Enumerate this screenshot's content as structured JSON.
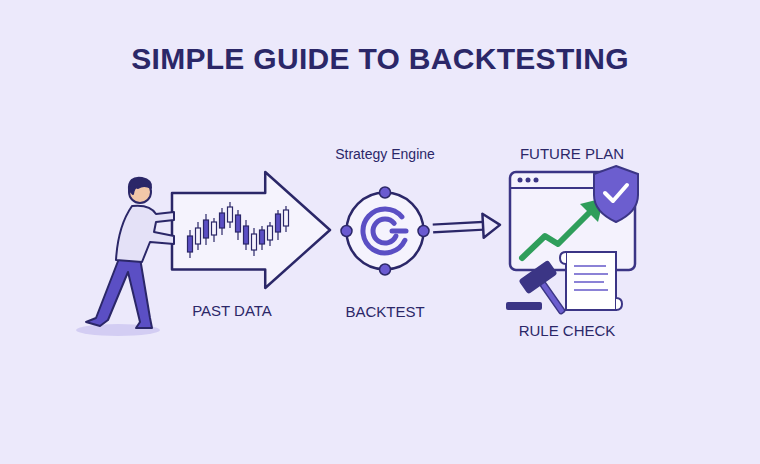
{
  "diagram": {
    "title": "SIMPLE GUIDE TO BACKTESTING",
    "nodes": [
      {
        "text": [
          "PAST DATA"
        ]
      },
      {
        "text": [
          "Strategy Engine",
          "BACKTEST"
        ]
      },
      {
        "text": [
          "FUTURE PLAN"
        ]
      }
    ],
    "edges": [
      {
        "from": 1,
        "to": 2,
        "arrow": "to"
      }
    ],
    "labels": [
      "RULE CHECK"
    ]
  }
}
